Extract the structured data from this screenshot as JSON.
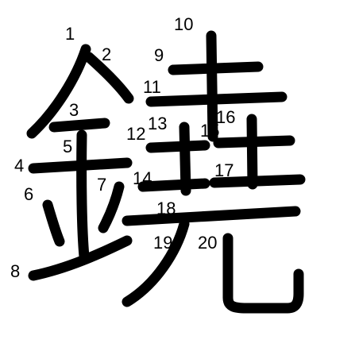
{
  "character": "鐃",
  "strokes": [
    {
      "number": "1"
    },
    {
      "number": "2"
    },
    {
      "number": "3"
    },
    {
      "number": "4"
    },
    {
      "number": "5"
    },
    {
      "number": "6"
    },
    {
      "number": "7"
    },
    {
      "number": "8"
    },
    {
      "number": "9"
    },
    {
      "number": "10"
    },
    {
      "number": "11"
    },
    {
      "number": "12"
    },
    {
      "number": "13"
    },
    {
      "number": "14"
    },
    {
      "number": "15"
    },
    {
      "number": "16"
    },
    {
      "number": "17"
    },
    {
      "number": "18"
    },
    {
      "number": "19"
    },
    {
      "number": "20"
    }
  ],
  "colors": {
    "stroke": "#000000",
    "background": "#ffffff"
  }
}
